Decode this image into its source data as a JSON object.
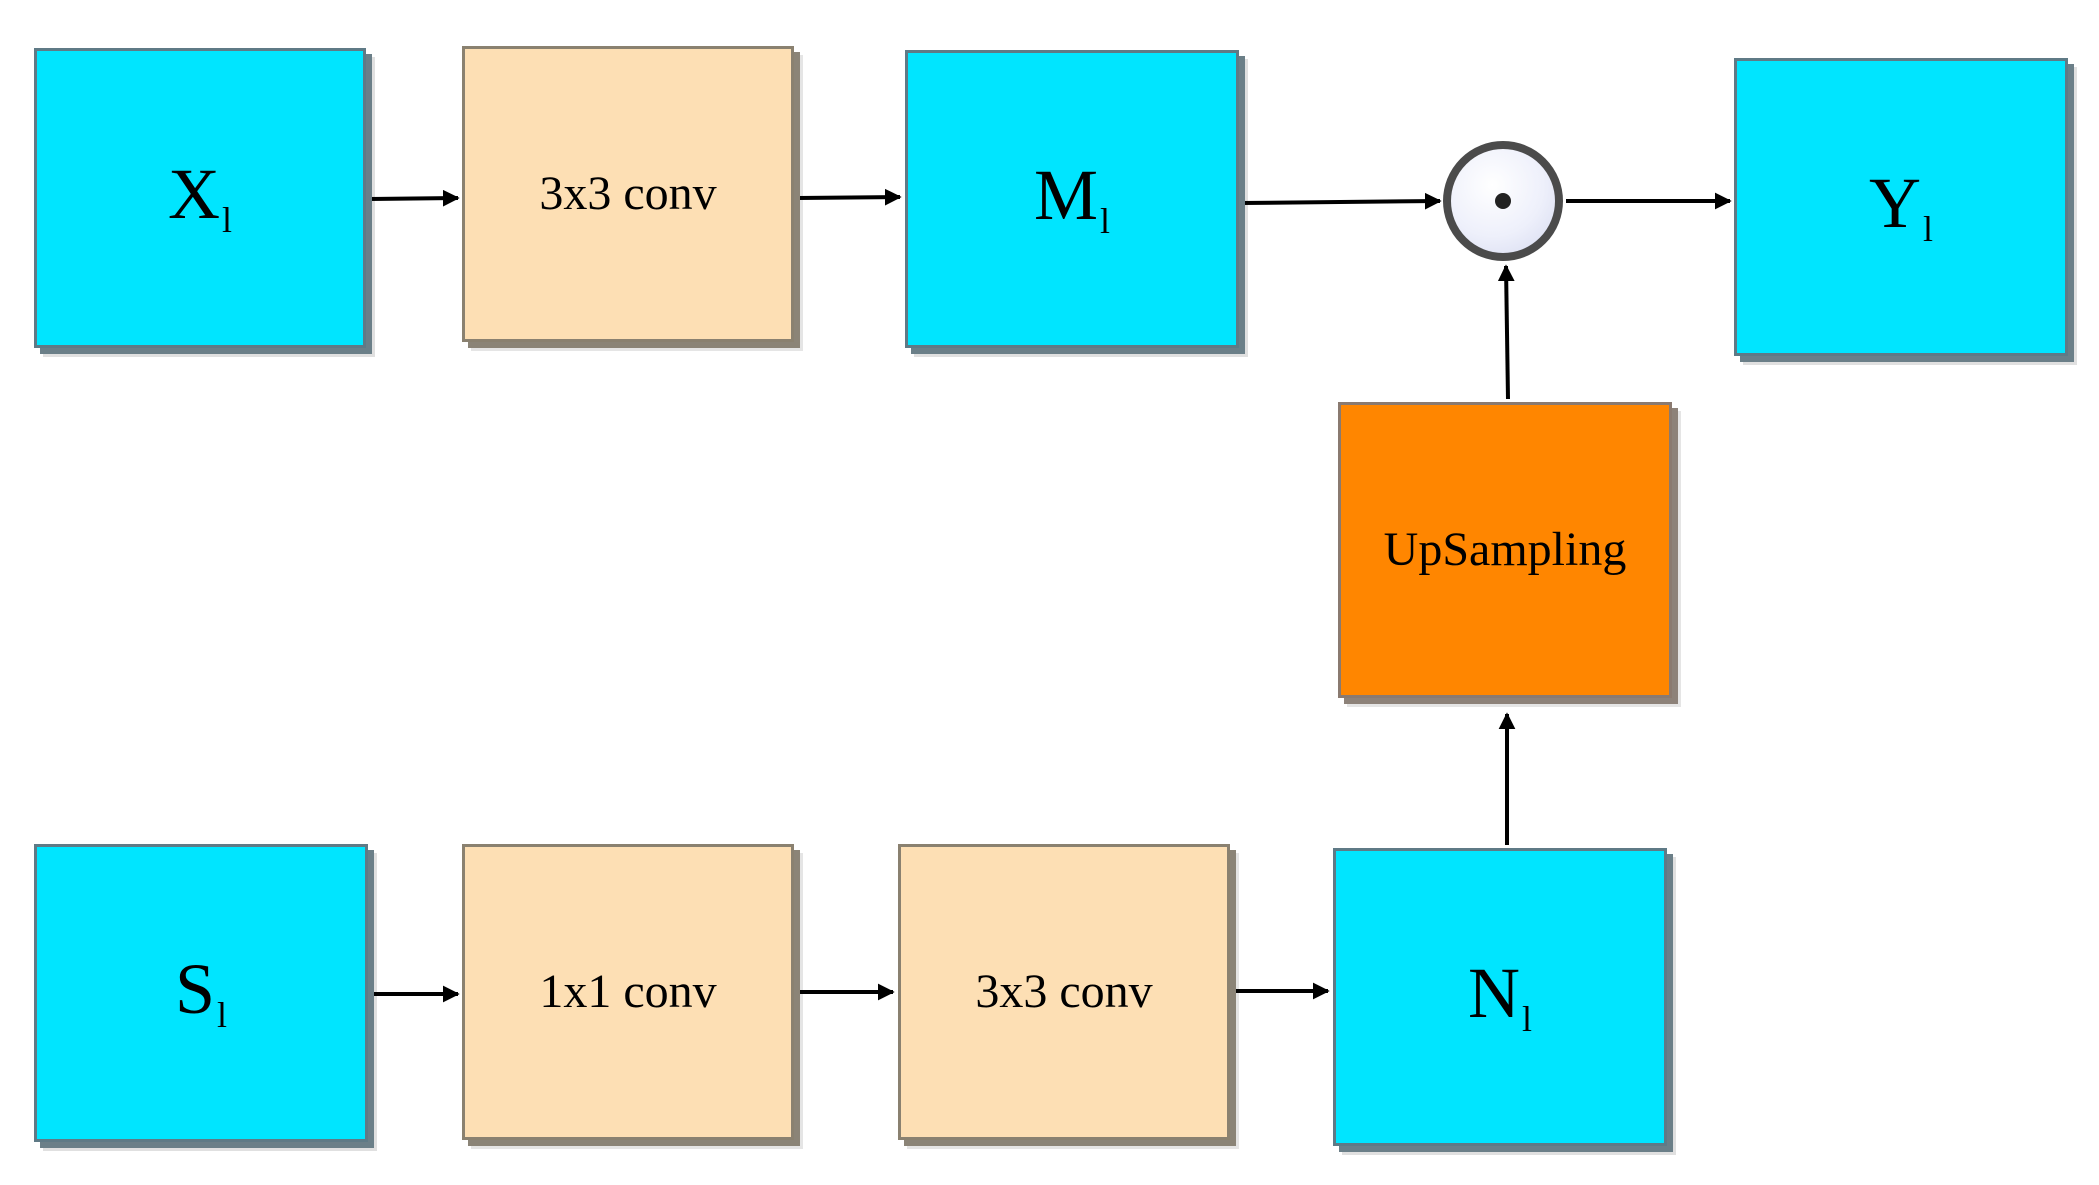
{
  "colors": {
    "cyan": "#00e5ff",
    "beige": "#fddfb4",
    "orange": "#ff8600",
    "arrow": "#000000"
  },
  "nodes": {
    "x": {
      "main": "X",
      "sub": "l"
    },
    "m": {
      "main": "M",
      "sub": "l"
    },
    "y": {
      "main": "Y",
      "sub": "l"
    },
    "s": {
      "main": "S",
      "sub": "l"
    },
    "n": {
      "main": "N",
      "sub": "l"
    }
  },
  "ops": {
    "conv3_top": "3x3 conv",
    "conv1_bottom": "1x1 conv",
    "conv3_bottom": "3x3 conv",
    "upsampling": "UpSampling"
  },
  "operator_icon": "elementwise-product-odot"
}
